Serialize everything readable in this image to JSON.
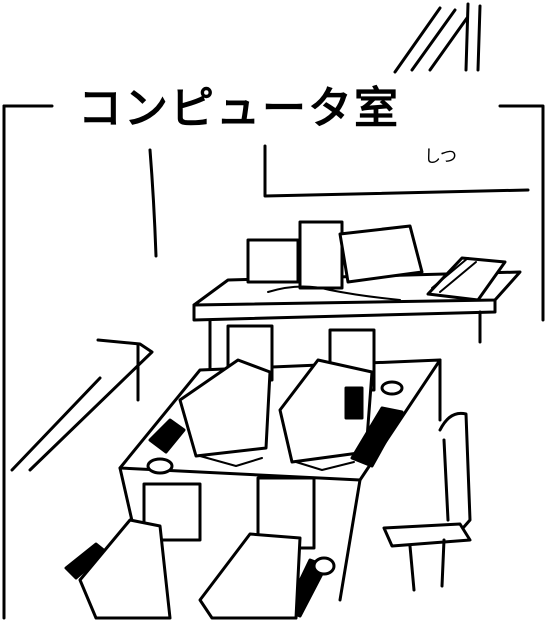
{
  "sign": {
    "title": "コンピュータ室",
    "ruby": "しつ"
  },
  "illustration": {
    "style": "black line drawing on white",
    "subject": "computer-room"
  }
}
